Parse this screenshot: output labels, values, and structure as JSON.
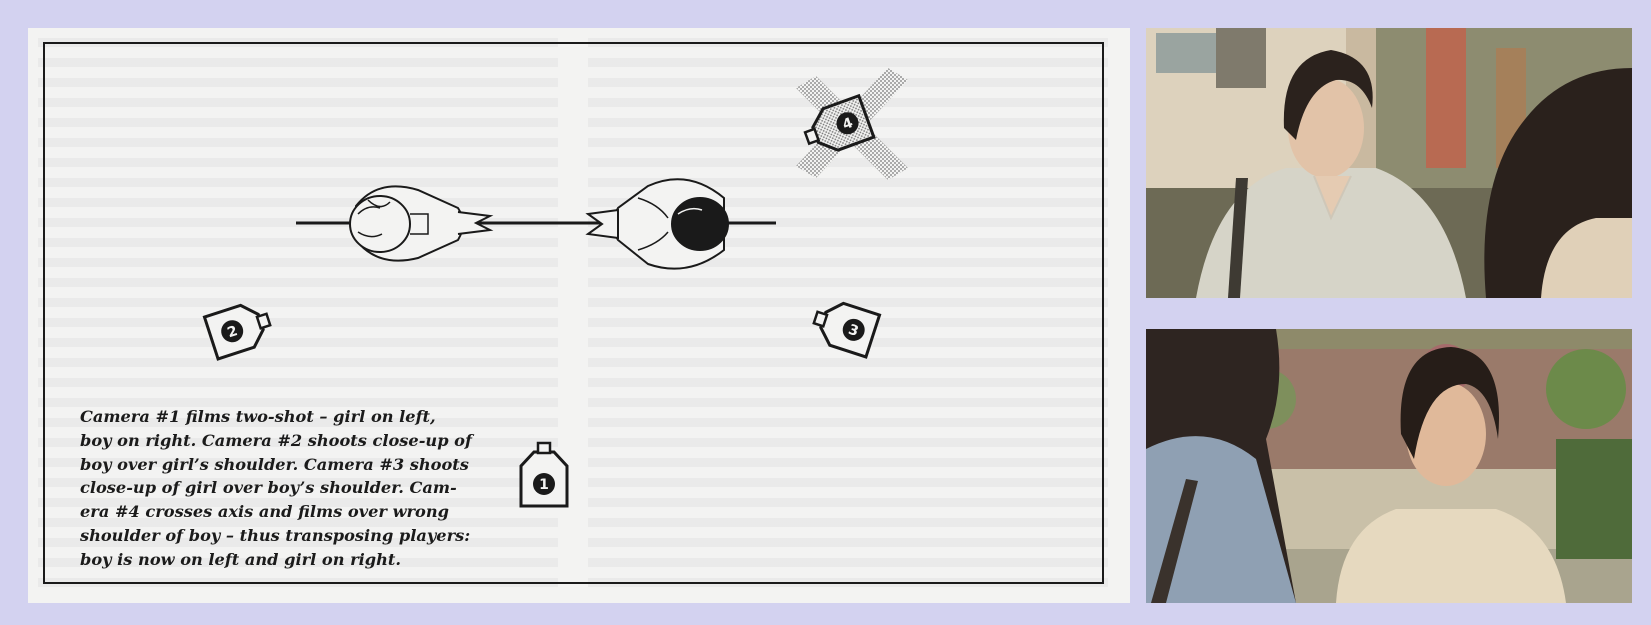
{
  "diagram": {
    "caption": "Camera #1 films two-shot – girl on left,\nboy on right. Camera #2 shoots close-up of\nboy over girl’s shoulder. Camera #3 shoots\nclose-up of girl over boy’s shoulder. Cam-\nera #4 crosses axis and films over wrong\nshoulder of boy – thus transposing players:\nboy is now on left and girl on right.",
    "cameras": [
      {
        "label": "1"
      },
      {
        "label": "2"
      },
      {
        "label": "3"
      },
      {
        "label": "4",
        "crossed_out": true
      }
    ]
  },
  "stills": {
    "top": {
      "description_visible": false
    },
    "bottom": {
      "description_visible": false
    }
  },
  "colors": {
    "background": "#d3d2f0",
    "paper": "#f3f3f2",
    "ink": "#1a1a1a"
  }
}
